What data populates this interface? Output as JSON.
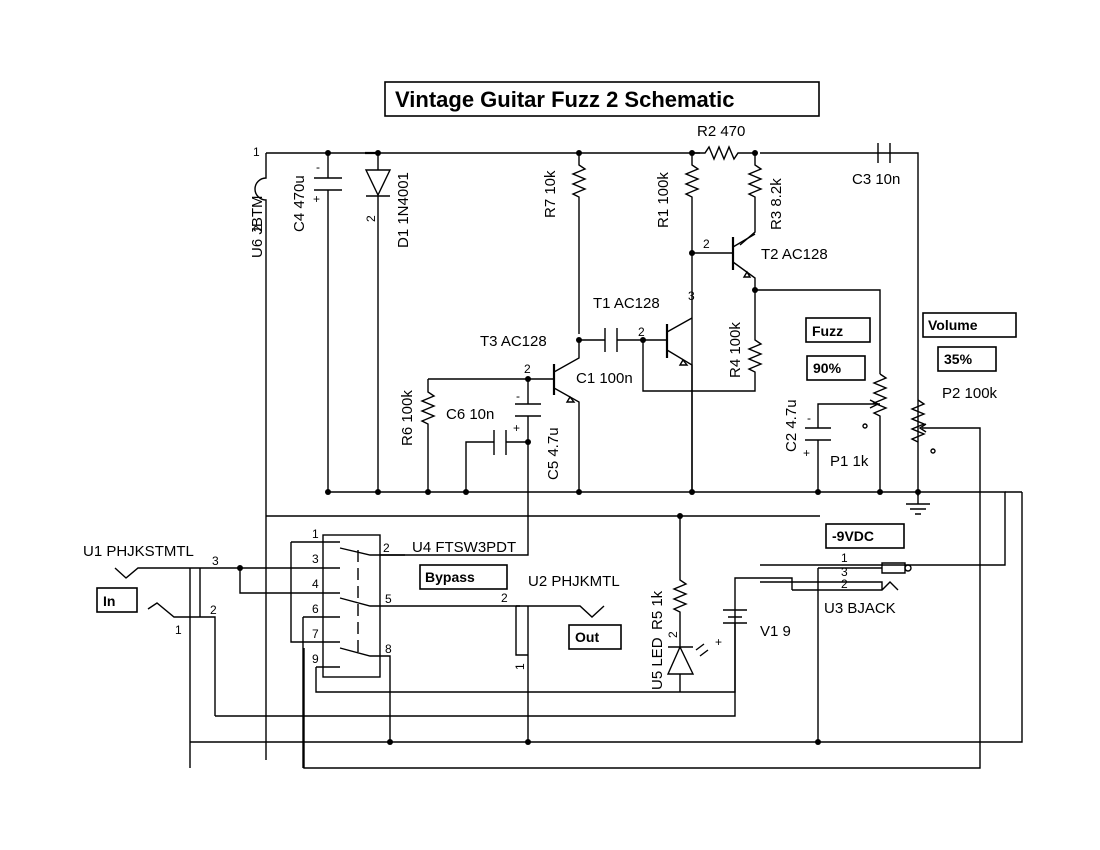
{
  "title": "Vintage Guitar Fuzz 2 Schematic",
  "components": {
    "u6": "U6 JBTM",
    "c4": "C4 470u",
    "d1": "D1 1N4001",
    "r7": "R7 10k",
    "r1": "R1 100k",
    "r2": "R2 470",
    "r3": "R3 8.2k",
    "c3": "C3 10n",
    "t2": "T2 AC128",
    "t1": "T1 AC128",
    "t3": "T3 AC128",
    "c1": "C1 100n",
    "r4": "R4 100k",
    "r6": "R6 100k",
    "c6": "C6 10n",
    "c5": "C5 4.7u",
    "c2": "C2 4.7u",
    "p1": "P1 1k",
    "p2": "P2 100k",
    "u1": "U1 PHJKSTMTL",
    "u4": "U4 FTSW3PDT",
    "u2": "U2 PHJKMTL",
    "r5": "R5 1k",
    "u5": "U5 LED",
    "v1": "V1 9",
    "u3": "U3 BJACK"
  },
  "tags": {
    "fuzz": "Fuzz",
    "fuzz_value": "90%",
    "volume": "Volume",
    "volume_value": "35%",
    "in": "In",
    "out": "Out",
    "bypass": "Bypass",
    "power": "-9VDC"
  },
  "settings": {
    "fuzz_percent": 90,
    "volume_percent": 35
  },
  "pins": {
    "p1": "1",
    "p2": "2",
    "p3": "3",
    "p4": "4",
    "p5": "5",
    "p6": "6",
    "p7": "7",
    "p8": "8",
    "p9": "9",
    "plus": "+",
    "minus": "-"
  }
}
